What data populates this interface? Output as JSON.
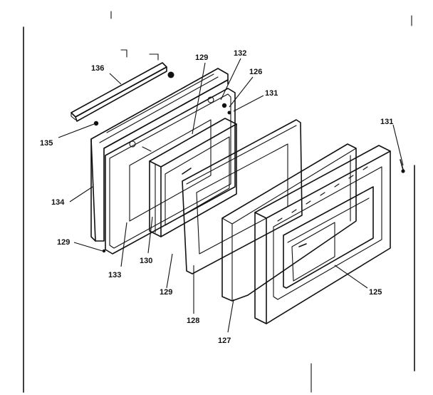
{
  "labels": {
    "l136": "136",
    "l129_top": "129",
    "l132_top": "132",
    "l126": "126",
    "l131_top": "131",
    "l131_right": "131",
    "l135": "135",
    "l134": "134",
    "l129_left": "129",
    "l133": "133",
    "l130": "130",
    "l129_bottom": "129",
    "l128": "128",
    "l127": "127",
    "l125": "125"
  },
  "colors": {
    "ink": "#111111",
    "paper": "#ffffff"
  }
}
